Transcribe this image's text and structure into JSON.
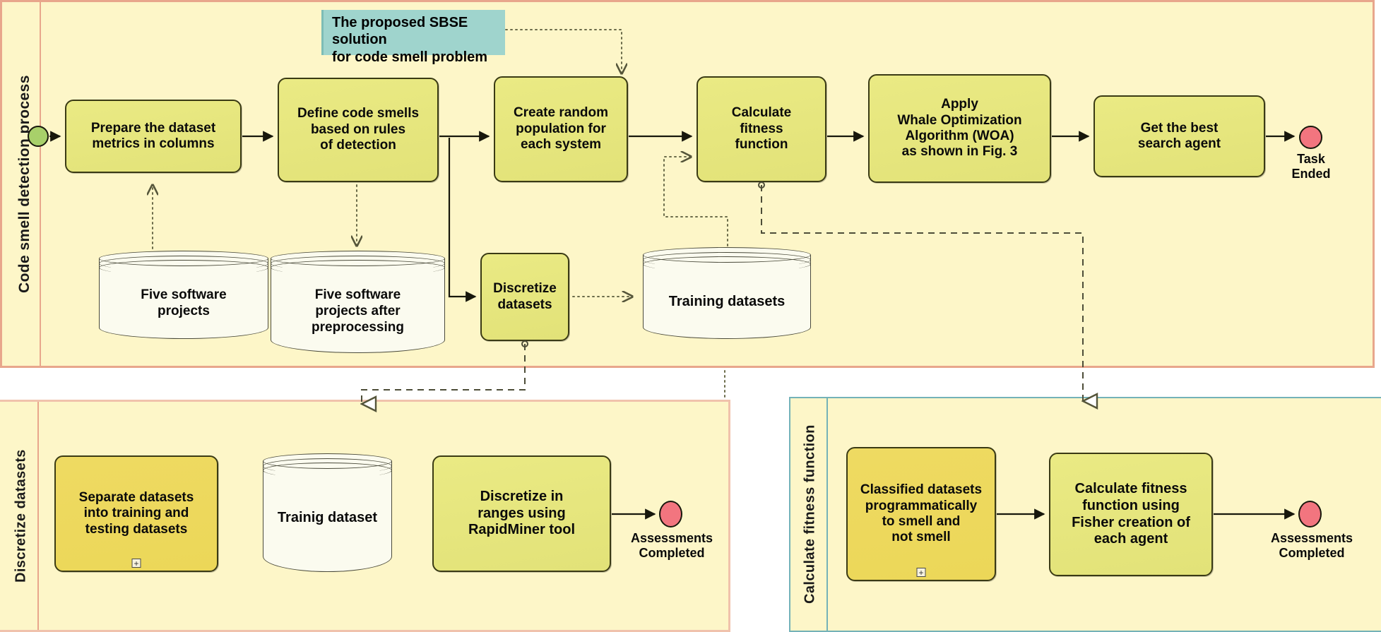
{
  "diagram": {
    "title": "The proposed SBSE solution for code smell problem",
    "colors": {
      "pool_background": "#fdf6c8",
      "pool_border_top": "#e8a68c",
      "pool_border_bottom_right": "#74b2b8",
      "task_fill": "#e6e67c",
      "subprocess_fill": "#ecd758",
      "datastore_fill": "#fbfbef",
      "start_event_fill": "#a8d06a",
      "end_event_fill": "#f2757f",
      "annotation_fill": "#9fd4cd",
      "line_color": "#17170c"
    }
  },
  "annotation": {
    "line1": "The proposed SBSE solution",
    "line2": "for code smell problem"
  },
  "pools": [
    {
      "id": "main",
      "label": "Code smell detection process"
    },
    {
      "id": "discretize",
      "label": "Discretize datasets"
    },
    {
      "id": "fitness",
      "label": "Calculate fitness function"
    }
  ],
  "main_pool": {
    "label": "Code smell detection process",
    "start_event": {
      "name": "start-event"
    },
    "end_event": {
      "name": "end-event",
      "label": "Task\nEnded"
    },
    "tasks": [
      {
        "id": "t1",
        "text": "Prepare the dataset\nmetrics in columns"
      },
      {
        "id": "t2",
        "text": "Define code smells\nbased on rules\nof detection"
      },
      {
        "id": "t3",
        "text": "Create random\npopulation for\neach system"
      },
      {
        "id": "t4",
        "text": "Calculate\nfitness\nfunction"
      },
      {
        "id": "t5",
        "text": "Apply\nWhale Optimization\nAlgorithm (WOA)\nas shown in Fig. 3"
      },
      {
        "id": "t6",
        "text": "Get the best\nsearch agent"
      },
      {
        "id": "t7",
        "text": "Discretize\ndatasets"
      }
    ],
    "data_stores": [
      {
        "id": "d1",
        "text": "Five software\nprojects"
      },
      {
        "id": "d2",
        "text": "Five software\nprojects after\npreprocessing"
      },
      {
        "id": "d3",
        "text": "Training datasets"
      }
    ]
  },
  "discretize_pool": {
    "label": "Discretize datasets",
    "tasks": [
      {
        "id": "b1",
        "text": "Separate datasets\ninto training and\ntesting datasets",
        "subprocess": true
      },
      {
        "id": "b2",
        "text": "Discretize in\nranges using\nRapidMiner tool",
        "subprocess": false
      }
    ],
    "data_stores": [
      {
        "id": "bd1",
        "text": "Trainig dataset"
      }
    ],
    "end_event": {
      "label": "Assessments\nCompleted"
    }
  },
  "fitness_pool": {
    "label": "Calculate fitness function",
    "tasks": [
      {
        "id": "c1",
        "text": "Classified datasets\nprogrammatically\nto smell and\nnot smell",
        "subprocess": true
      },
      {
        "id": "c2",
        "text": "Calculate fitness\nfunction using\nFisher creation of\neach agent",
        "subprocess": false
      }
    ],
    "end_event": {
      "label": "Assessments\nCompleted"
    }
  }
}
